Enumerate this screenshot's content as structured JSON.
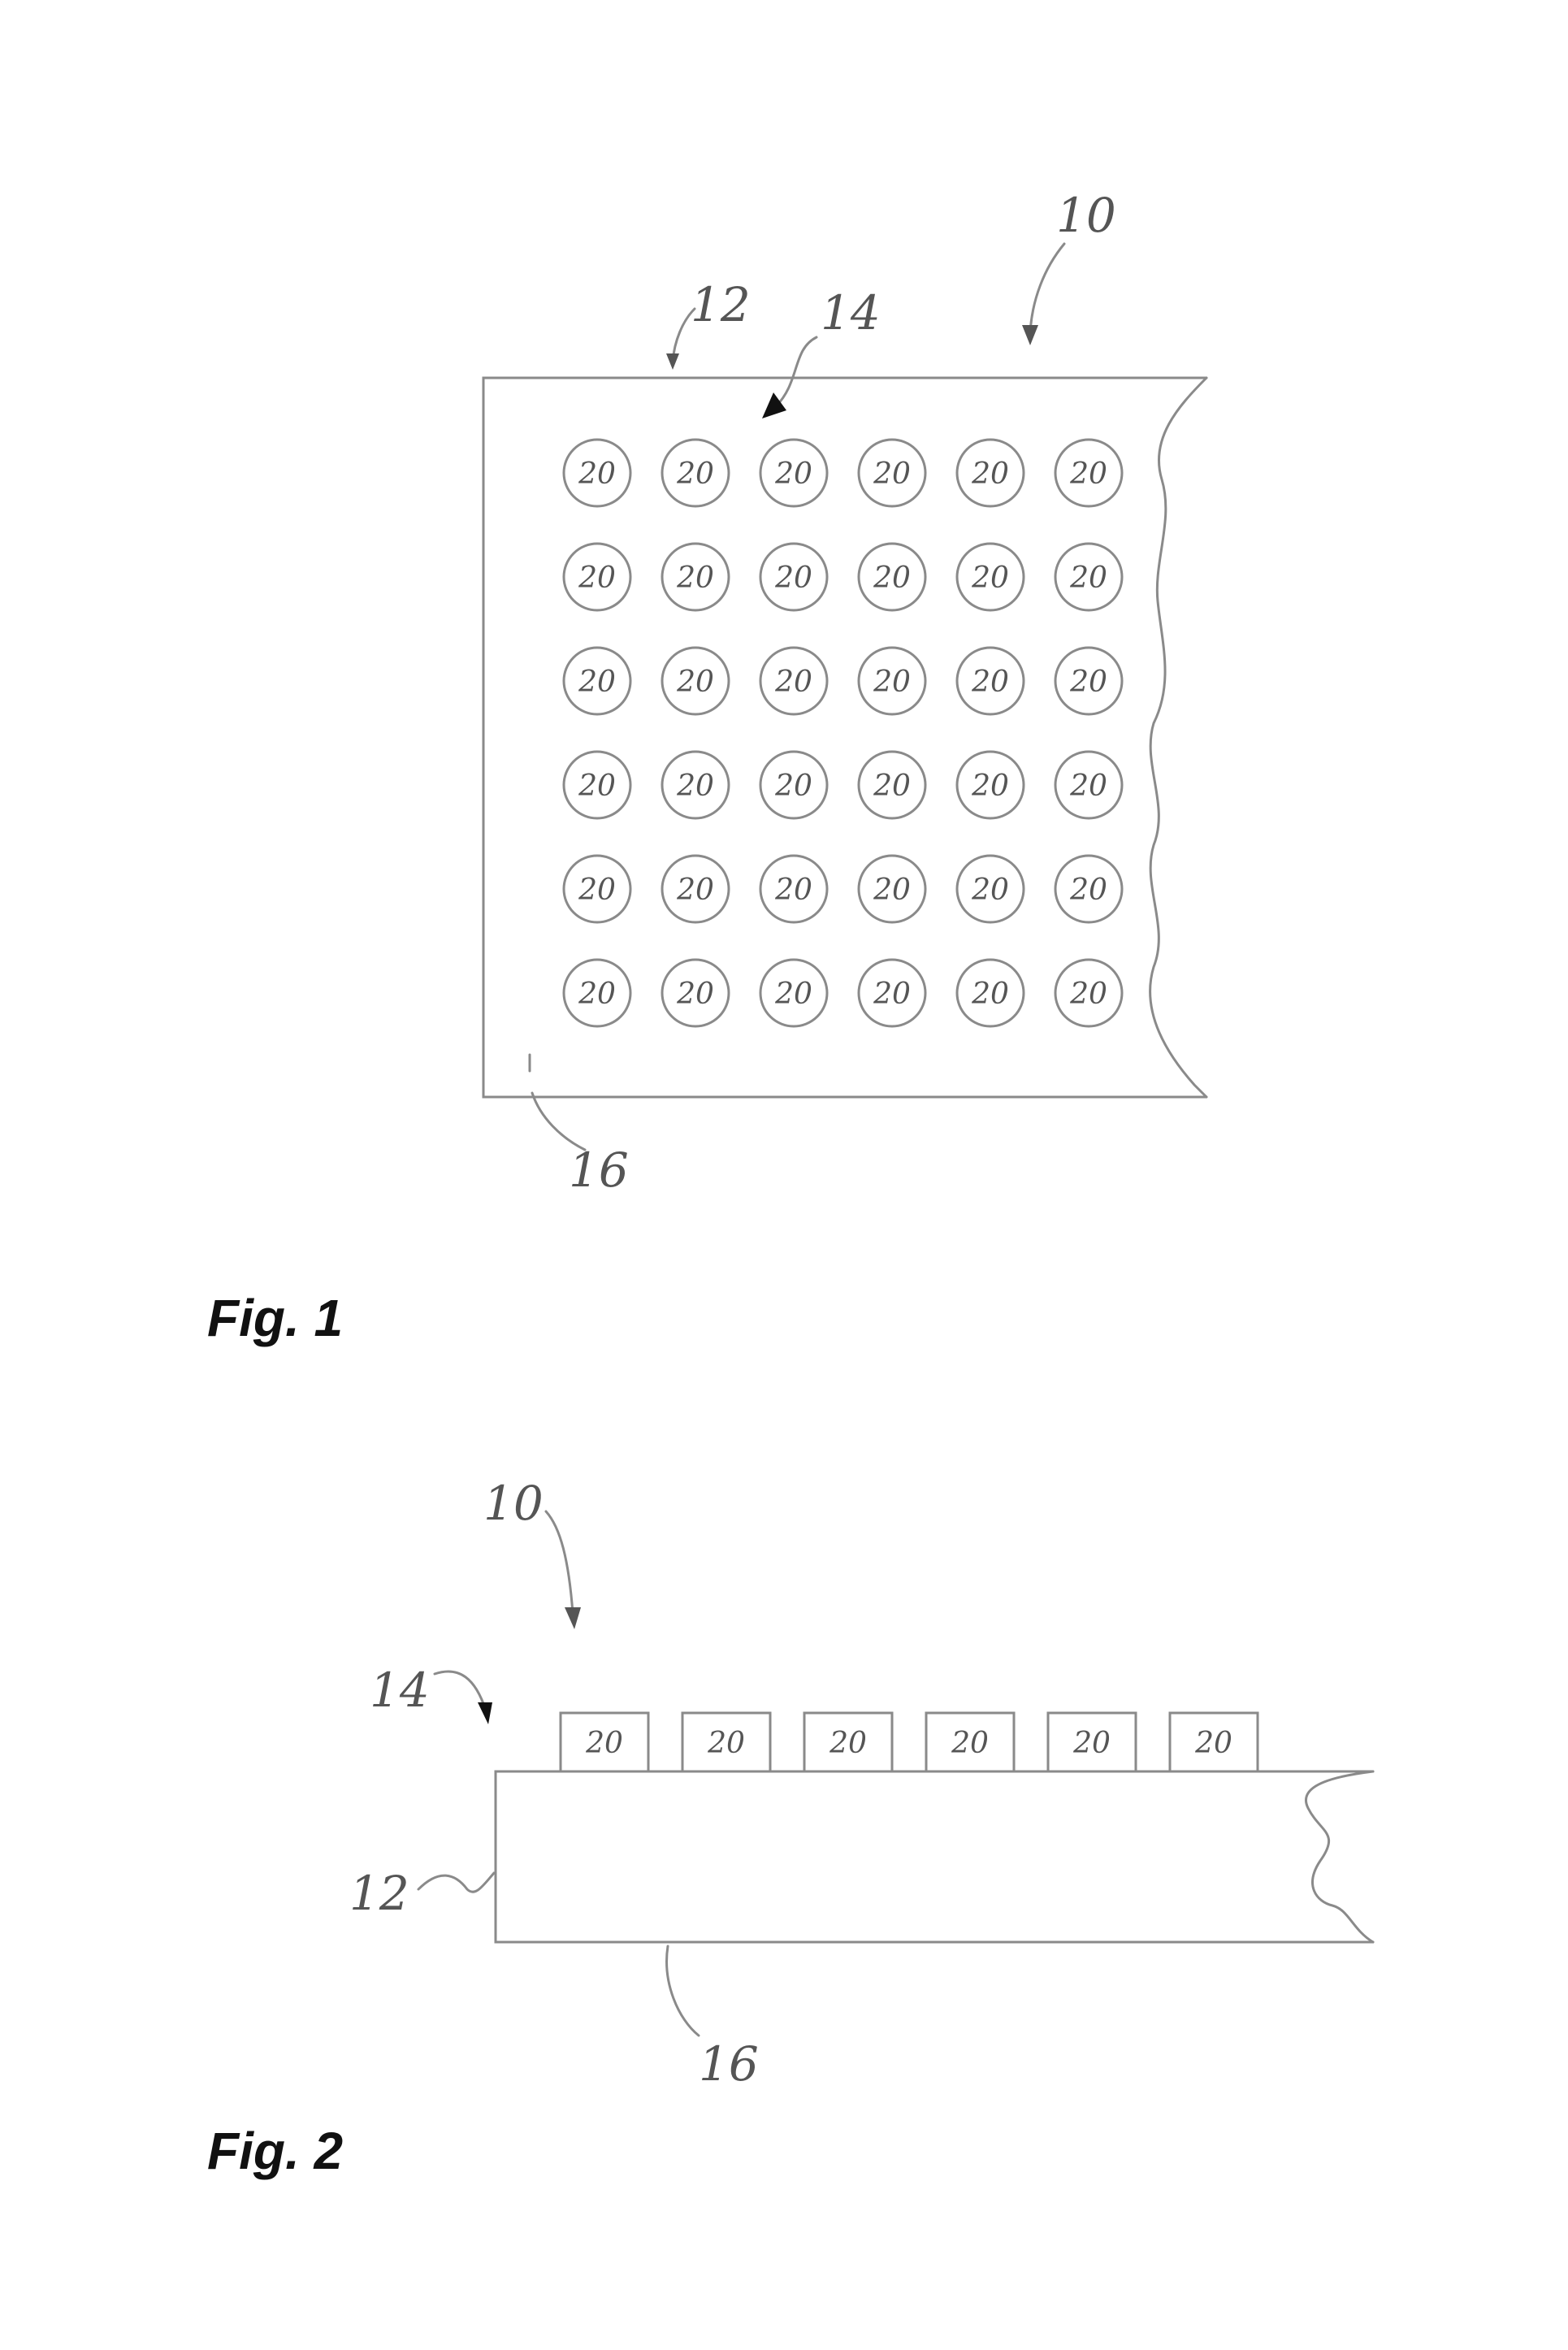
{
  "colors": {
    "line": "#8a8a8a",
    "text": "#555555",
    "caption": "#111111"
  },
  "figure1": {
    "caption": "Fig. 1",
    "ref_device": "10",
    "ref_substrate": "12",
    "ref_array": "14",
    "ref_bottom": "16",
    "elements": [
      [
        "20",
        "20",
        "20",
        "20",
        "20",
        "20"
      ],
      [
        "20",
        "20",
        "20",
        "20",
        "20",
        "20"
      ],
      [
        "20",
        "20",
        "20",
        "20",
        "20",
        "20"
      ],
      [
        "20",
        "20",
        "20",
        "20",
        "20",
        "20"
      ],
      [
        "20",
        "20",
        "20",
        "20",
        "20",
        "20"
      ],
      [
        "20",
        "20",
        "20",
        "20",
        "20",
        "20"
      ]
    ]
  },
  "figure2": {
    "caption": "Fig. 2",
    "ref_device": "10",
    "ref_array": "14",
    "ref_substrate": "12",
    "ref_bottom": "16",
    "elements": [
      "20",
      "20",
      "20",
      "20",
      "20",
      "20"
    ]
  }
}
